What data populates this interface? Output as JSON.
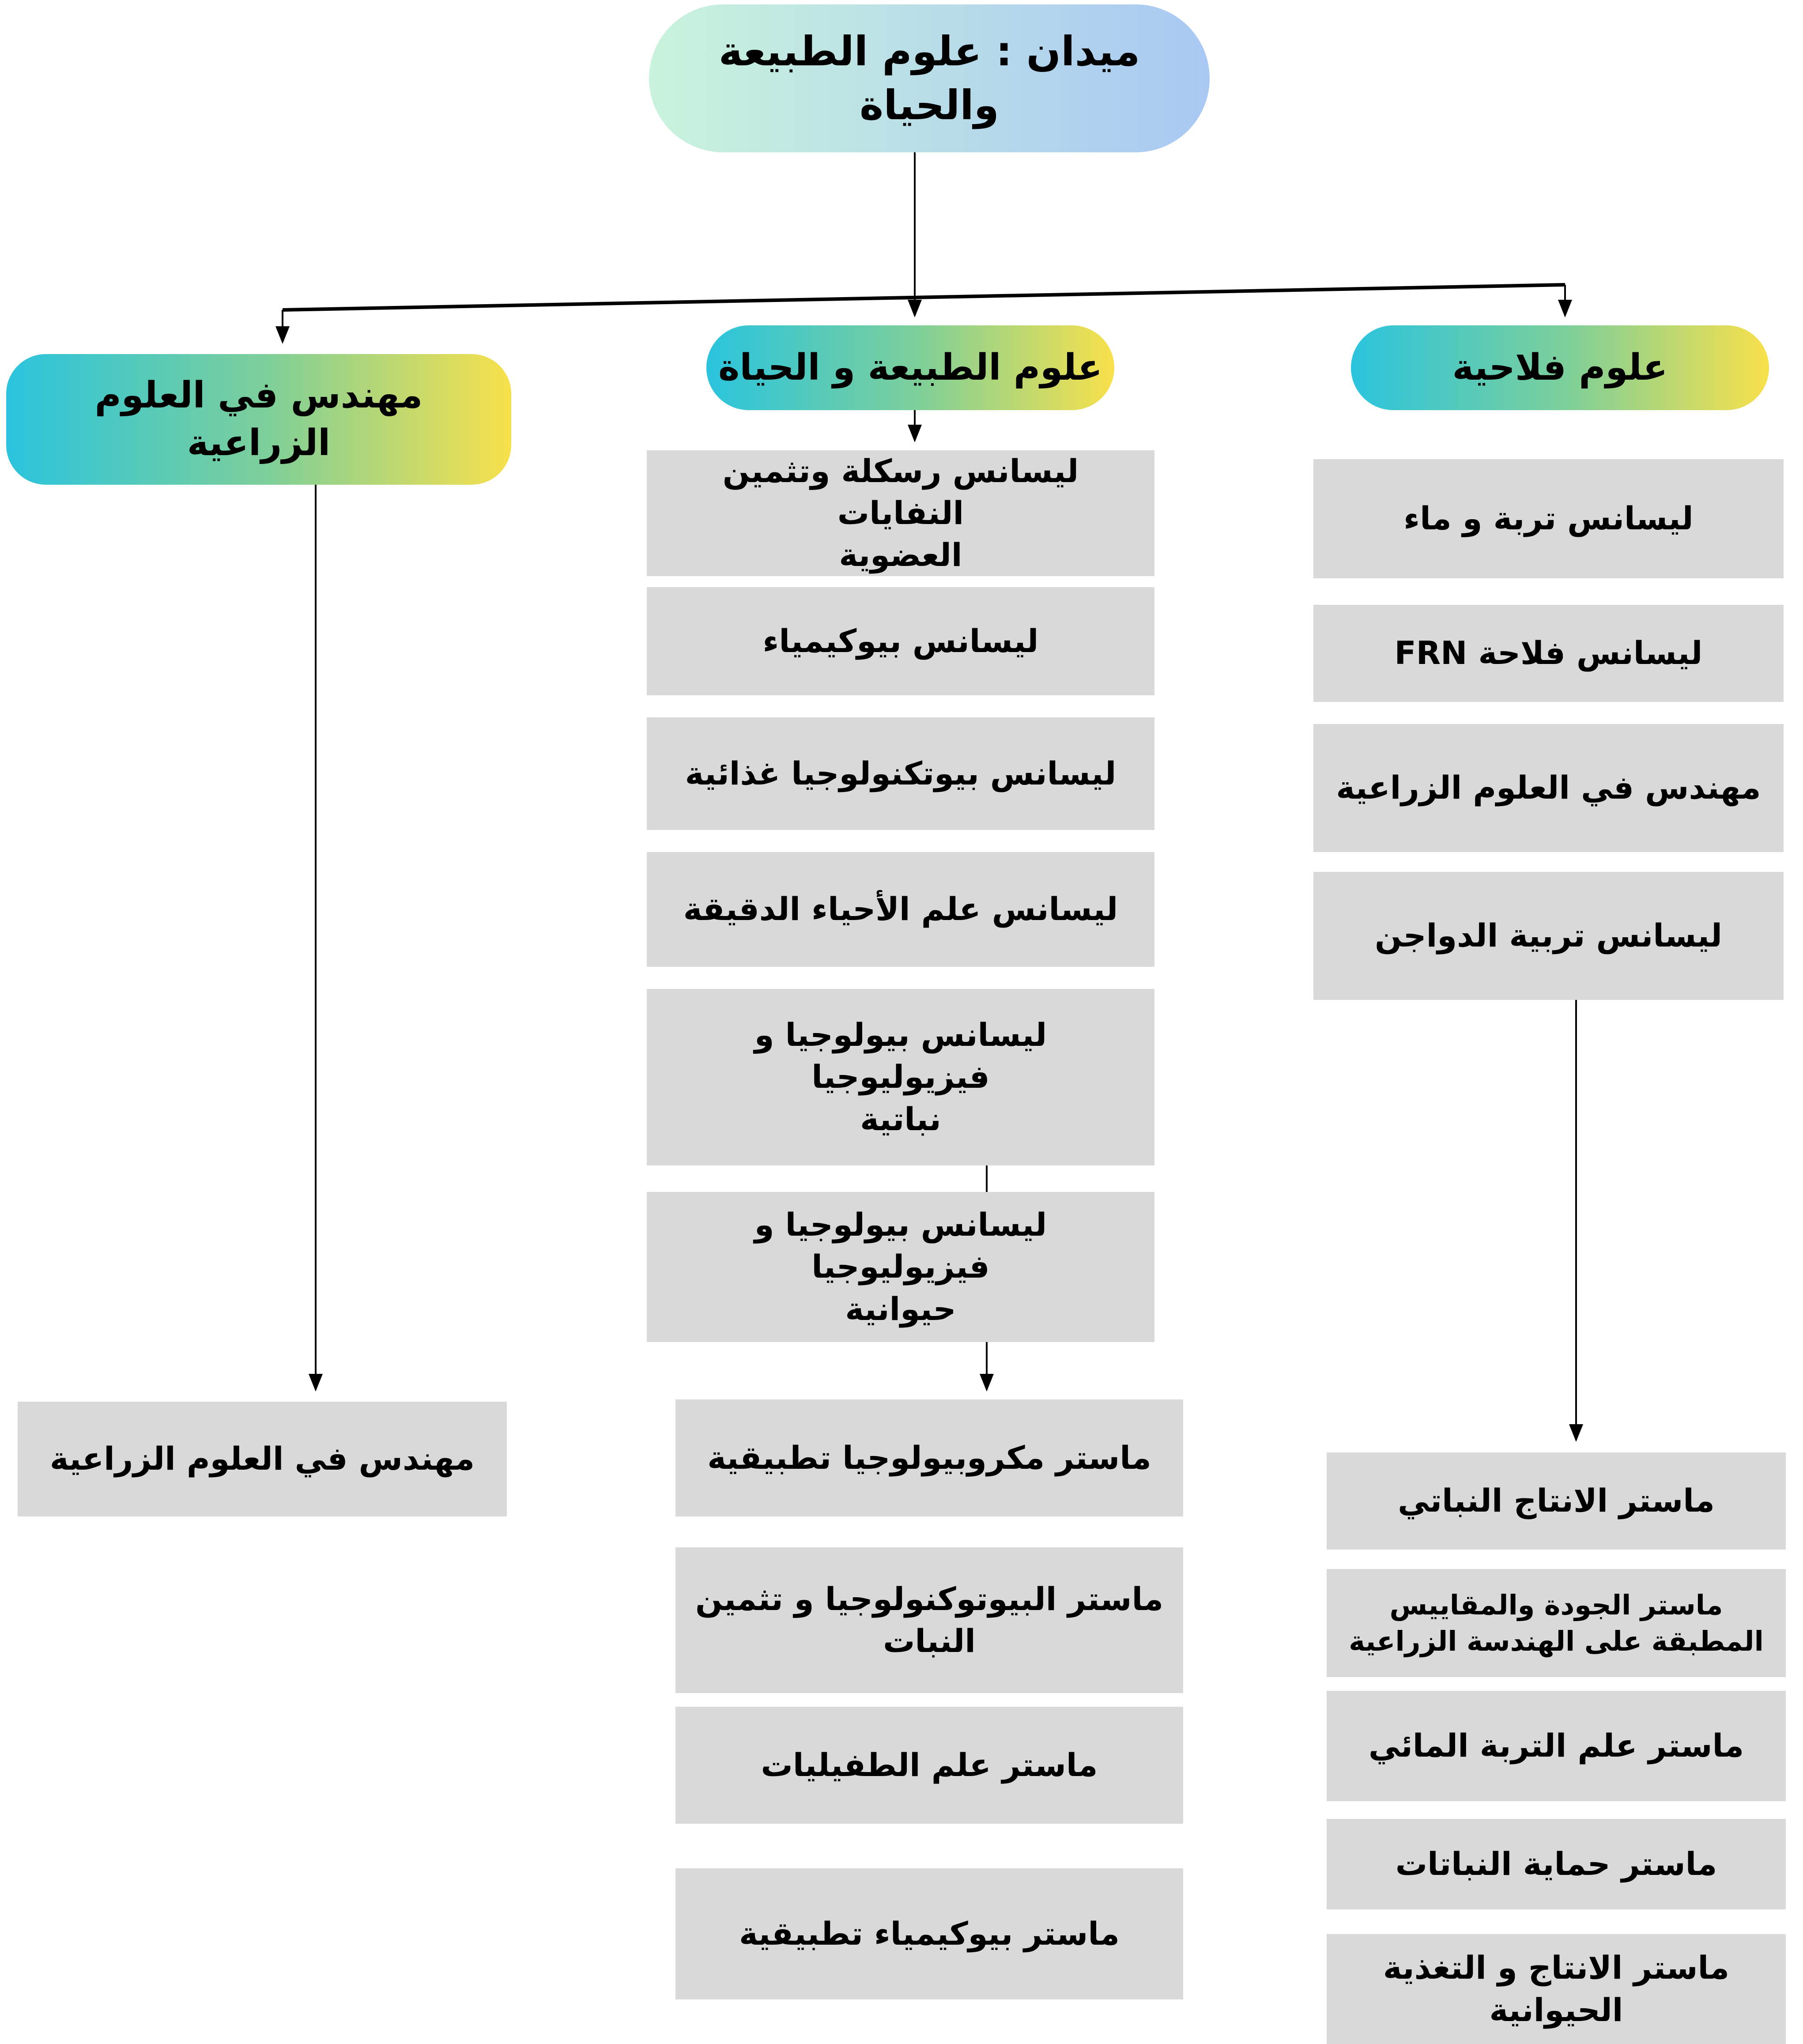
{
  "title": {
    "label": "ميدان : علوم الطبيعة\nوالحياة"
  },
  "colors": {
    "title_grad_left": "#c9f3dc",
    "title_grad_right": "#a9c8f3",
    "branch_grad_left": "#2ac4de",
    "branch_grad_mid": "#7ecf99",
    "branch_grad_right": "#f8e04b",
    "box_fill": "#d9d9d9",
    "line_color": "#000000",
    "text_color": "#000000"
  },
  "branches": {
    "engineer": {
      "header": "مهندس في العلوم\nالزراعية",
      "items": [
        "مهندس في العلوم الزراعية"
      ]
    },
    "nature_life": {
      "header": "علوم الطبيعة و الحياة",
      "licenses": [
        "ليسانس رسكلة وتثمين النفايات\nالعضوية",
        "ليسانس بيوكيمياء",
        "ليسانس بيوتكنولوجيا غذائية",
        "ليسانس علم الأحياء الدقيقة",
        "ليسانس بيولوجيا و فيزيوليوجيا\nنباتية",
        "ليسانس بيولوجيا و فيزيوليوجيا\nحيوانية"
      ],
      "masters": [
        "ماستر مكروبيولوجيا تطبيقية",
        "ماستر البيوتوكنولوجيا و تثمين\nالنبات",
        "ماستر علم الطفيليات",
        "ماستر بيوكيمياء تطبيقية"
      ]
    },
    "agronomy": {
      "header": "علوم فلاحية",
      "licenses": [
        "ليسانس تربة و ماء",
        "ليسانس فلاحة FRN",
        "مهندس في العلوم الزراعية",
        "ليسانس تربية الدواجن"
      ],
      "masters": [
        "ماستر الانتاج النباتي",
        "ماستر الجودة والمقاييس\nالمطبقة على الهندسة الزراعية",
        "ماستر علم التربة المائي",
        "ماستر حماية النباتات",
        "ماستر الانتاج و التغذية\nالحيوانية"
      ]
    }
  }
}
